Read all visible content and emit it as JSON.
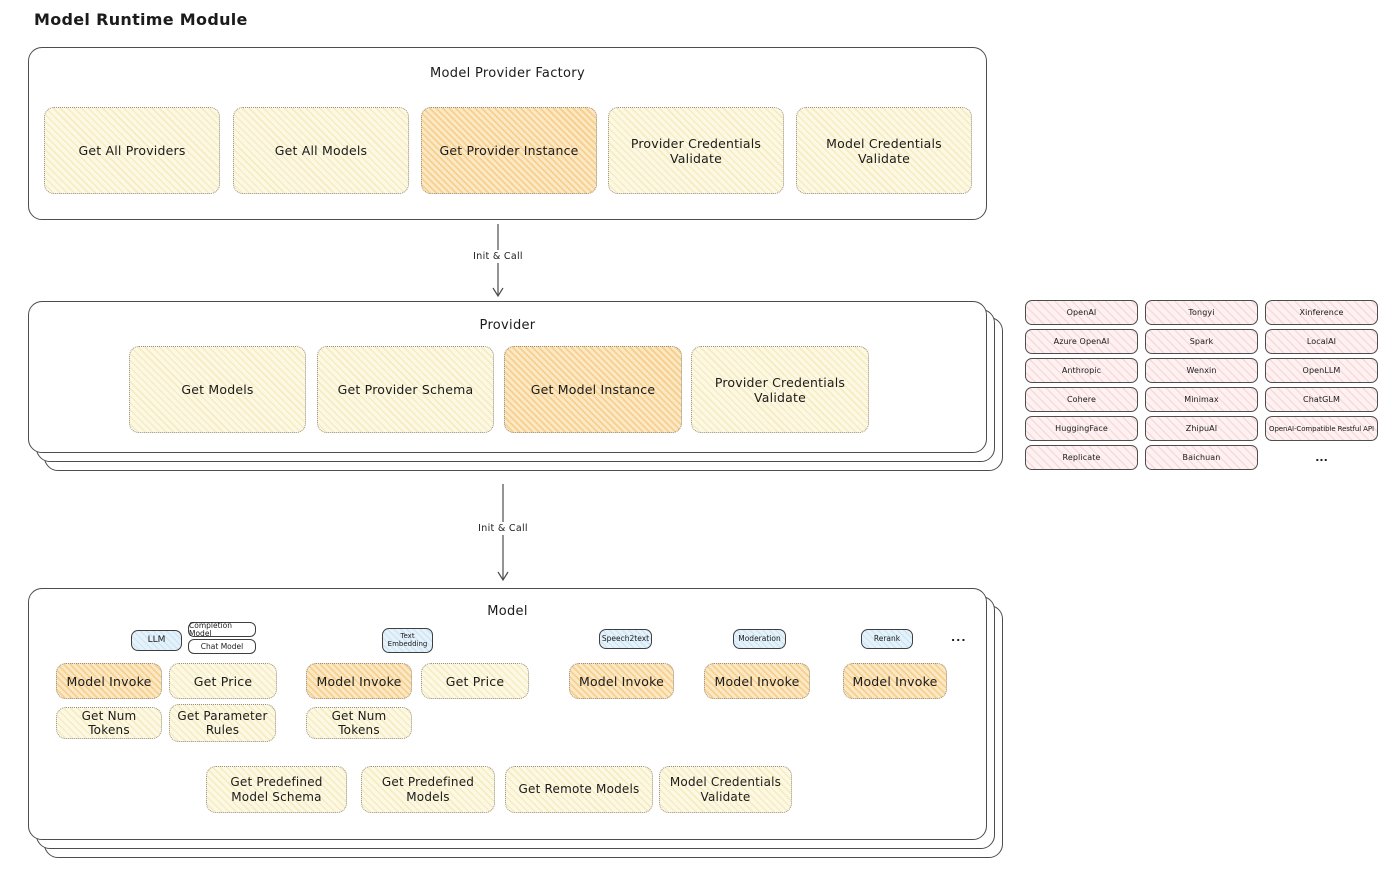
{
  "page_title": "Model Runtime Module",
  "arrow_label": "Init & Call",
  "factory": {
    "title": "Model Provider Factory",
    "items": [
      {
        "label": "Get All Providers",
        "highlight": false
      },
      {
        "label": "Get All Models",
        "highlight": false
      },
      {
        "label": "Get Provider Instance",
        "highlight": true
      },
      {
        "label": "Provider Credentials Validate",
        "highlight": false
      },
      {
        "label": "Model Credentials Validate",
        "highlight": false
      }
    ]
  },
  "provider": {
    "title": "Provider",
    "items": [
      {
        "label": "Get Models",
        "highlight": false
      },
      {
        "label": "Get Provider Schema",
        "highlight": false
      },
      {
        "label": "Get Model Instance",
        "highlight": true
      },
      {
        "label": "Provider Credentials Validate",
        "highlight": false
      }
    ]
  },
  "vendors": {
    "col1": [
      "OpenAI",
      "Azure OpenAI",
      "Anthropic",
      "Cohere",
      "HuggingFace",
      "Replicate"
    ],
    "col2": [
      "Tongyi",
      "Spark",
      "Wenxin",
      "Minimax",
      "ZhipuAI",
      "Baichuan"
    ],
    "col3": [
      "Xinference",
      "LocalAI",
      "OpenLLM",
      "ChatGLM",
      "OpenAI-Compatible Restful API"
    ],
    "more": "..."
  },
  "model": {
    "title": "Model",
    "tags": {
      "llm": "LLM",
      "completion_model": "Completion Model",
      "chat_model": "Chat Model",
      "text_embedding": "Text Embedding",
      "speech2text": "Speech2text",
      "moderation": "Moderation",
      "rerank": "Rerank",
      "more": "..."
    },
    "ops": {
      "model_invoke": "Model Invoke",
      "get_price": "Get Price",
      "get_num_tokens": "Get Num Tokens",
      "get_parameter_rules": "Get Parameter Rules"
    },
    "bottom": [
      "Get Predefined Model Schema",
      "Get Predefined Models",
      "Get Remote Models",
      "Model Credentials Validate"
    ]
  },
  "colors": {
    "yellow_fill": "#fdf8e3",
    "yellow_hatch": "#f6ecc2",
    "orange_fill": "#fbe9c6",
    "orange_hatch": "#f7cf8e",
    "pink_fill": "#fdf1f1",
    "pink_hatch": "#f9dada",
    "blue_fill": "#e6f2fa",
    "blue_hatch": "#cde5f5",
    "outline": "#4d4d4d",
    "dotted_border": "#979088",
    "text": "#1b1b1b"
  }
}
